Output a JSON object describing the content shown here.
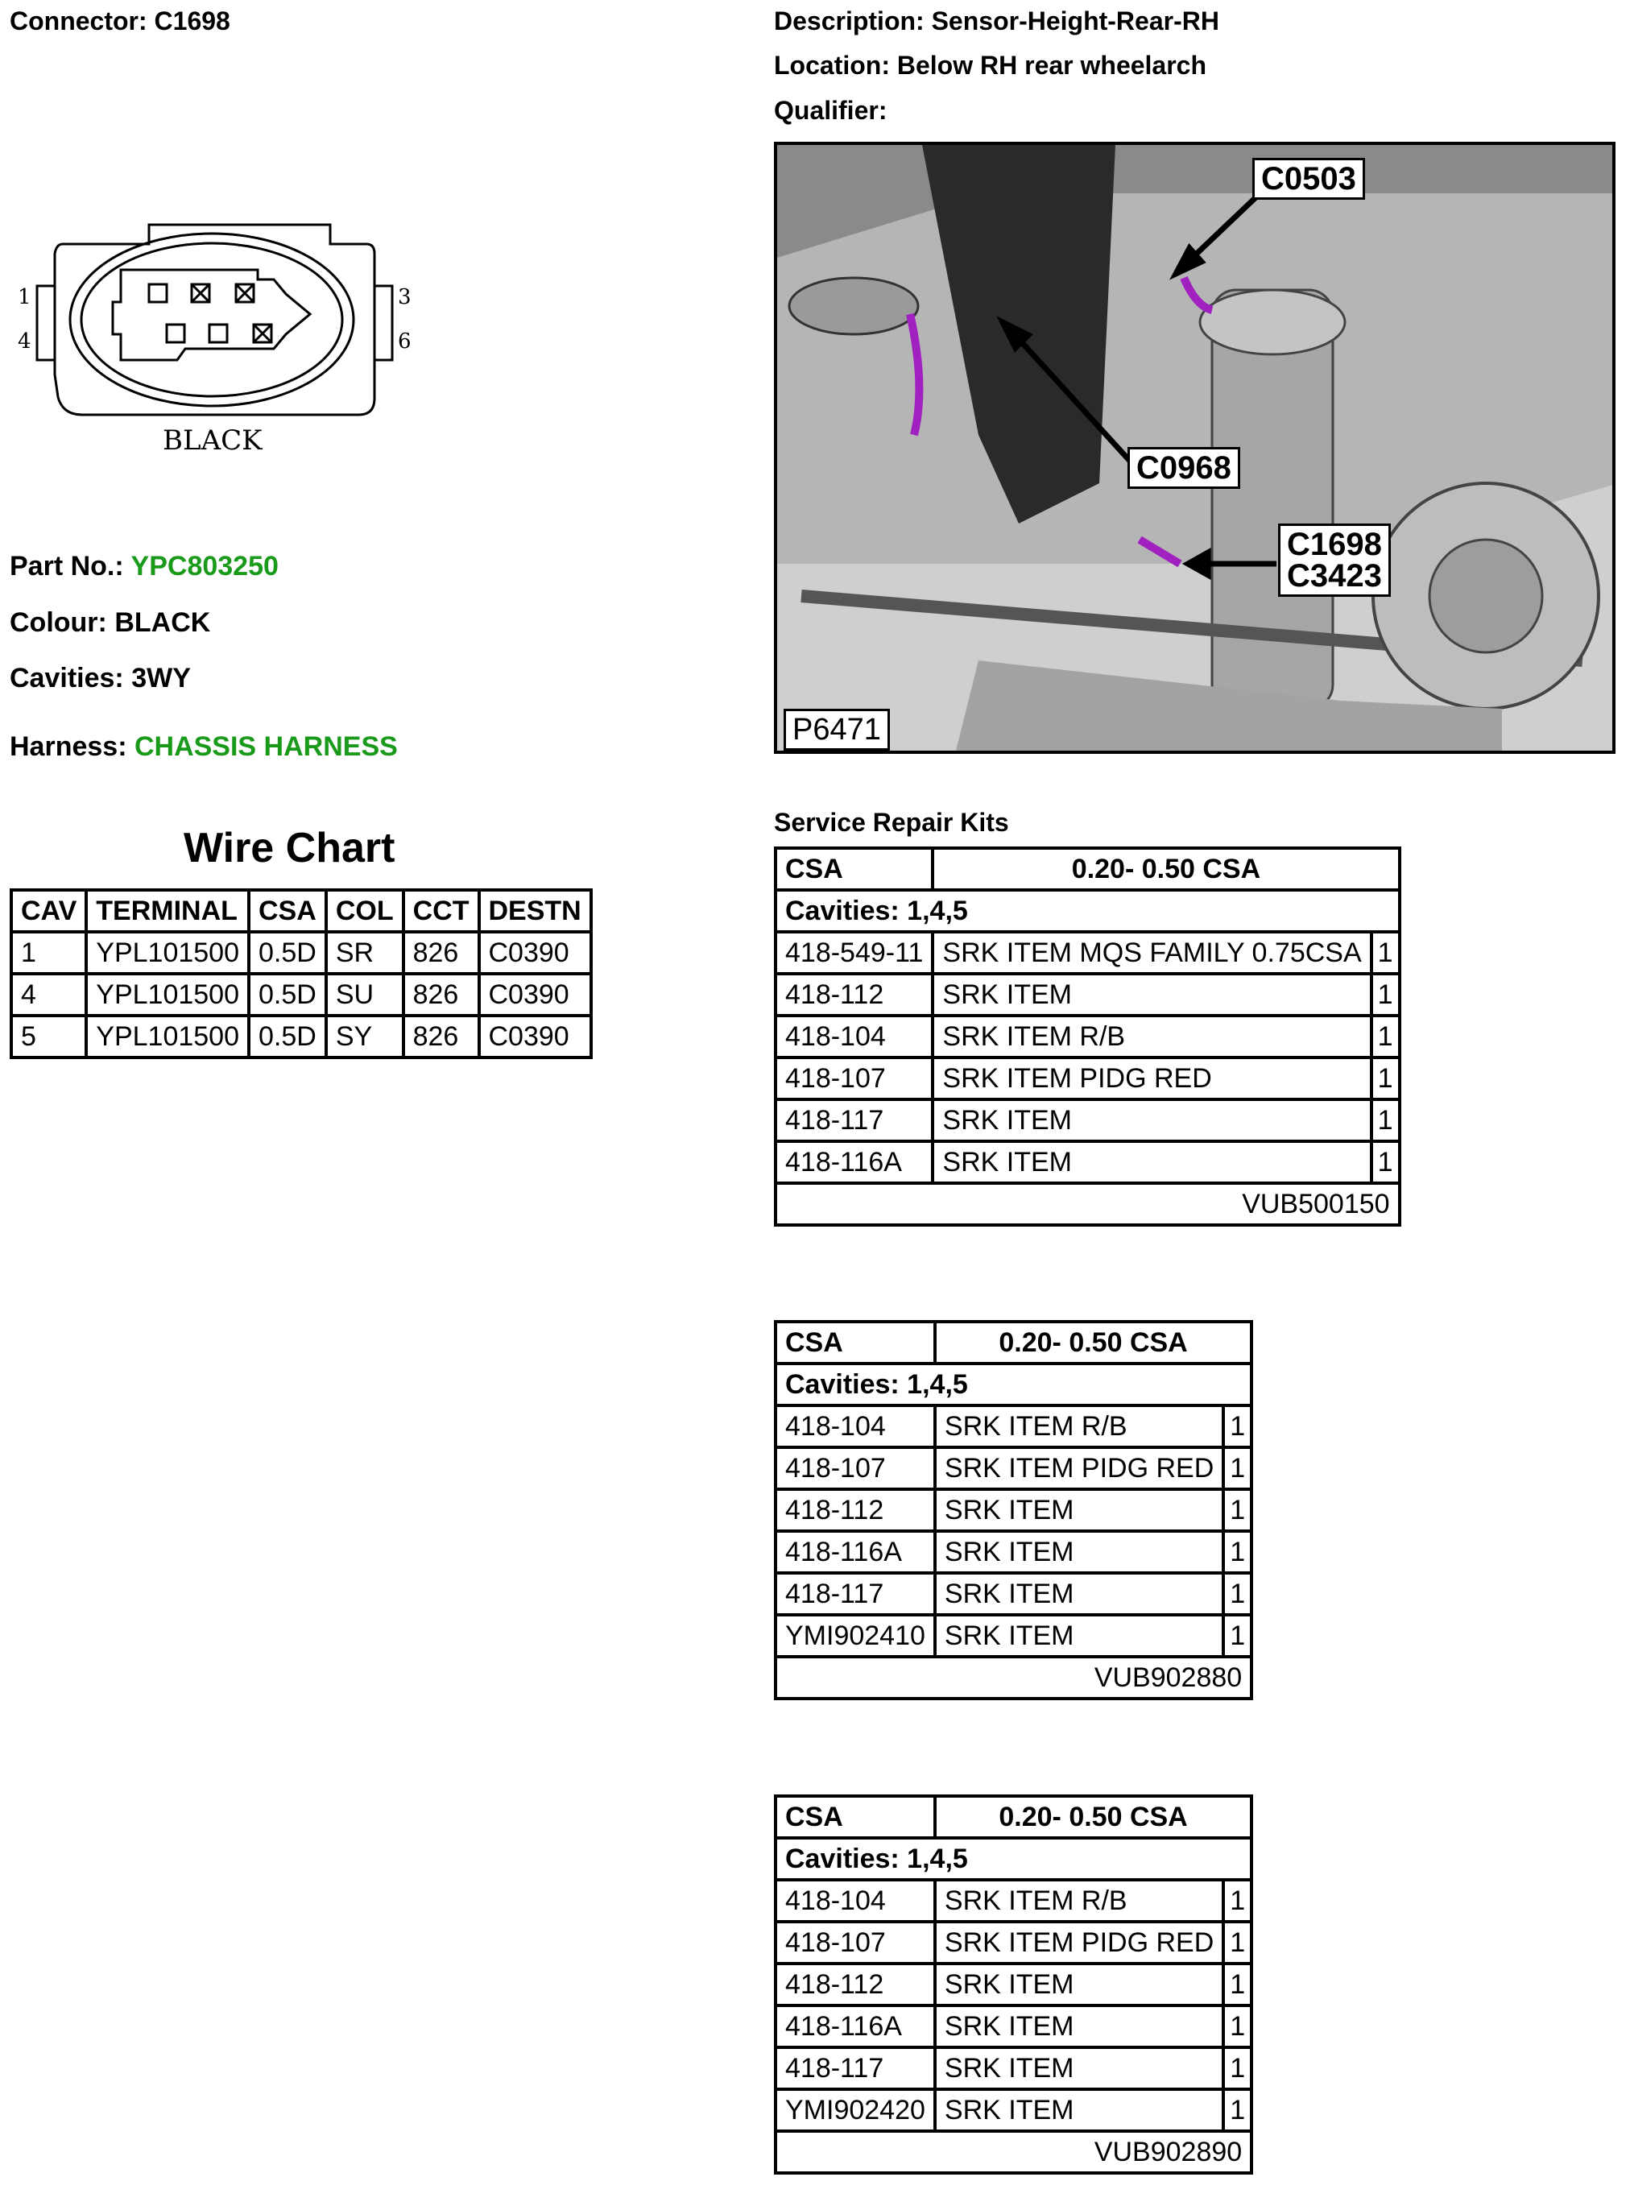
{
  "header": {
    "connector_label": "Connector:",
    "connector_value": "C1698",
    "description_label": "Description:",
    "description_value": "Sensor-Height-Rear-RH",
    "location_label": "Location:",
    "location_value": "Below RH rear wheelarch",
    "qualifier_label": "Qualifier:"
  },
  "connector_diagram": {
    "pin_labels": [
      "1",
      "4",
      "3",
      "6"
    ],
    "colour_caption": "BLACK"
  },
  "details": {
    "part_no_label": "Part No.:",
    "part_no_value": "YPC803250",
    "colour_label": "Colour:",
    "colour_value": "BLACK",
    "cavities_label": "Cavities:",
    "cavities_value": "3WY",
    "harness_label": "Harness:",
    "harness_value": "CHASSIS HARNESS",
    "green": "#1a9a1a"
  },
  "wire_chart": {
    "title": "Wire Chart",
    "headers": [
      "CAV",
      "TERMINAL",
      "CSA",
      "COL",
      "CCT",
      "DESTN"
    ],
    "rows": [
      [
        "1",
        "YPL101500",
        "0.5D",
        "SR",
        "826",
        "C0390"
      ],
      [
        "4",
        "YPL101500",
        "0.5D",
        "SU",
        "826",
        "C0390"
      ],
      [
        "5",
        "YPL101500",
        "0.5D",
        "SY",
        "826",
        "C0390"
      ]
    ]
  },
  "photo": {
    "callouts": [
      "C0503",
      "C0968",
      "C1698",
      "C3423"
    ],
    "figure_id": "P6471"
  },
  "service_repair_kits": {
    "title": "Service Repair Kits",
    "kits": [
      {
        "csa_label": "CSA",
        "csa_range": "0.20- 0.50 CSA",
        "cavities": "Cavities: 1,4,5",
        "items": [
          [
            "418-549-11",
            "SRK ITEM MQS FAMILY 0.75CSA",
            "1"
          ],
          [
            "418-112",
            "SRK ITEM",
            "1"
          ],
          [
            "418-104",
            "SRK ITEM R/B",
            "1"
          ],
          [
            "418-107",
            "SRK ITEM PIDG RED",
            "1"
          ],
          [
            "418-117",
            "SRK ITEM",
            "1"
          ],
          [
            "418-116A",
            "SRK ITEM",
            "1"
          ]
        ],
        "kit_number": "VUB500150"
      },
      {
        "csa_label": "CSA",
        "csa_range": "0.20- 0.50 CSA",
        "cavities": "Cavities: 1,4,5",
        "items": [
          [
            "418-104",
            "SRK ITEM R/B",
            "1"
          ],
          [
            "418-107",
            "SRK ITEM PIDG RED",
            "1"
          ],
          [
            "418-112",
            "SRK ITEM",
            "1"
          ],
          [
            "418-116A",
            "SRK ITEM",
            "1"
          ],
          [
            "418-117",
            "SRK ITEM",
            "1"
          ],
          [
            "YMI902410",
            "SRK ITEM",
            "1"
          ]
        ],
        "kit_number": "VUB902880"
      },
      {
        "csa_label": "CSA",
        "csa_range": "0.20- 0.50 CSA",
        "cavities": "Cavities: 1,4,5",
        "items": [
          [
            "418-104",
            "SRK ITEM R/B",
            "1"
          ],
          [
            "418-107",
            "SRK ITEM PIDG RED",
            "1"
          ],
          [
            "418-112",
            "SRK ITEM",
            "1"
          ],
          [
            "418-116A",
            "SRK ITEM",
            "1"
          ],
          [
            "418-117",
            "SRK ITEM",
            "1"
          ],
          [
            "YMI902420",
            "SRK ITEM",
            "1"
          ]
        ],
        "kit_number": "VUB902890"
      }
    ]
  }
}
